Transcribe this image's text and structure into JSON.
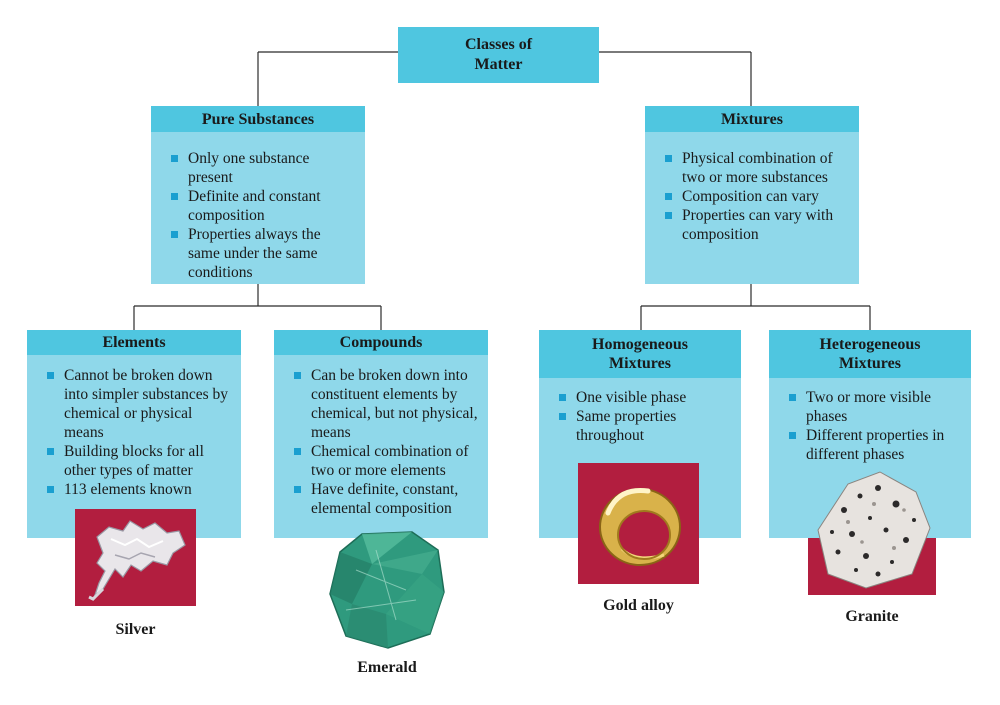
{
  "root": {
    "line1": "Classes of",
    "line2": "Matter"
  },
  "pure": {
    "title": "Pure Substances",
    "items": [
      "Only one substance present",
      "Definite and constant composition",
      "Properties always the same under the same conditions"
    ]
  },
  "mixtures": {
    "title": "Mixtures",
    "items": [
      "Physical combination of two or more substances",
      "Composition can vary",
      "Properties can vary with composition"
    ]
  },
  "elements": {
    "title": "Elements",
    "items": [
      "Cannot be broken down into simpler substances by chemical or physical means",
      "Building blocks for all other types of matter",
      "113 elements known"
    ],
    "caption": "Silver"
  },
  "compounds": {
    "title": "Compounds",
    "items": [
      "Can be broken down into constituent elements by chemical, but not physical, means",
      "Chemical combination of two or more elements",
      "Have definite, constant, elemental composition"
    ],
    "caption": "Emerald"
  },
  "homogeneous": {
    "title1": "Homogeneous",
    "title2": "Mixtures",
    "items": [
      "One visible phase",
      "Same properties throughout"
    ],
    "caption": "Gold alloy"
  },
  "heterogeneous": {
    "title1": "Heterogeneous",
    "title2": "Mixtures",
    "items": [
      "Two or more visible phases",
      "Different properties in different phases"
    ],
    "caption": "Granite"
  },
  "colors": {
    "header": "#4fc6e0",
    "body": "#8fd8ea",
    "bullet": "#1a9fd0",
    "photo_bg": "#b21e3f"
  }
}
